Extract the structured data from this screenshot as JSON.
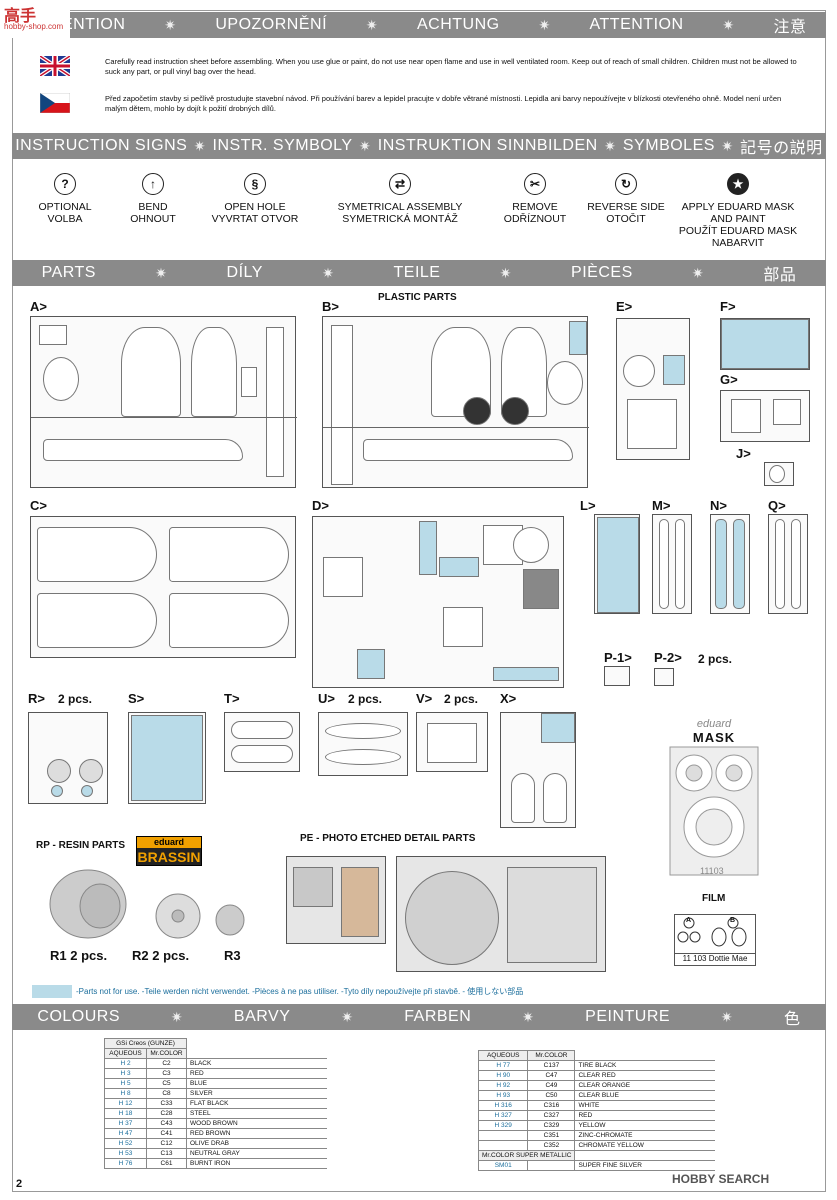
{
  "top_logo": {
    "text": "高手",
    "sub": "hobby-shop.com"
  },
  "attention_banner": [
    "ATTENTION",
    "UPOZORNĚNÍ",
    "ACHTUNG",
    "ATTENTION",
    "注意"
  ],
  "attention_en": "Carefully read instruction sheet before assembling. When you use glue or paint, do not use near open flame and use in well ventilated room. Keep out of reach of small children. Children must not be allowed to suck any part, or pull vinyl bag over the head.",
  "attention_cz": "Před započetím stavby si pečlivě prostudujte stavební návod. Při používání barev a lepidel pracujte v dobře větrané místnosti. Lepidla ani barvy nepoužívejte v blízkosti otevřeného ohně. Model není určen malým dětem, mohlo by dojít k požití drobných dílů.",
  "signs_banner": [
    "INSTRUCTION SIGNS",
    "INSTR. SYMBOLY",
    "INSTRUKTION SINNBILDEN",
    "SYMBOLES",
    "記号の説明"
  ],
  "signs": [
    {
      "icon": "question-icon",
      "glyph": "?",
      "line1": "OPTIONAL",
      "line2": "VOLBA"
    },
    {
      "icon": "bend-icon",
      "glyph": "↑",
      "line1": "BEND",
      "line2": "OHNOUT"
    },
    {
      "icon": "drill-icon",
      "glyph": "§",
      "line1": "OPEN HOLE",
      "line2": "VYVRTAT OTVOR"
    },
    {
      "icon": "symmetric-icon",
      "glyph": "⇄",
      "line1": "SYMETRICAL ASSEMBLY",
      "line2": "SYMETRICKÁ MONTÁŽ"
    },
    {
      "icon": "cut-icon",
      "glyph": "✂",
      "line1": "REMOVE",
      "line2": "ODŘÍZNOUT"
    },
    {
      "icon": "reverse-icon",
      "glyph": "↻",
      "line1": "REVERSE SIDE",
      "line2": "OTOČIT"
    },
    {
      "icon": "mask-star-icon",
      "glyph": "★",
      "line1": "APPLY EDUARD MASK AND PAINT",
      "line2": "POUŽÍT EDUARD MASK NABARVIT"
    }
  ],
  "parts_banner": [
    "PARTS",
    "DÍLY",
    "TEILE",
    "PIÈCES",
    "部品"
  ],
  "plastic_parts": "PLASTIC PARTS",
  "sprue_labels": {
    "A": "A>",
    "B": "B>",
    "C": "C>",
    "D": "D>",
    "E": "E>",
    "F": "F>",
    "G": "G>",
    "J": "J>",
    "L": "L>",
    "M": "M>",
    "N": "N>",
    "Q": "Q>",
    "P1": "P-1>",
    "P2": "P-2>",
    "P2_qty": "2 pcs.",
    "R": "R>",
    "R_qty": "2 pcs.",
    "S": "S>",
    "T": "T>",
    "U": "U>",
    "U_qty": "2 pcs.",
    "V": "V>",
    "V_qty": "2 pcs.",
    "X": "X>"
  },
  "resin": {
    "title": "RP - RESIN PARTS",
    "brand_top": "eduard",
    "brand_bottom": "BRASSIN",
    "r1": "R1  2 pcs.",
    "r2": "R2  2 pcs.",
    "r3": "R3"
  },
  "pe_title": "PE - PHOTO ETCHED DETAIL PARTS",
  "mask": {
    "brand": "eduard",
    "title": "MASK",
    "number": "11103"
  },
  "film": {
    "title": "FILM",
    "a": "A",
    "b": "B",
    "caption": "11 103 Dottie Mae"
  },
  "legend": "-Parts not for use. -Teile werden nicht verwendet. -Pièces à ne pas utiliser. -Tyto díly nepoužívejte při stavbě. -   使用しない部品",
  "colours_banner": [
    "COLOURS",
    "BARVY",
    "FARBEN",
    "PEINTURE",
    "色"
  ],
  "table_left": {
    "caption": "GSi Creos (GUNZE)",
    "headers": [
      "AQUEOUS",
      "Mr.COLOR"
    ],
    "rows": [
      [
        "H 2",
        "C2",
        "BLACK"
      ],
      [
        "H 3",
        "C3",
        "RED"
      ],
      [
        "H 5",
        "C5",
        "BLUE"
      ],
      [
        "H 8",
        "C8",
        "SILVER"
      ],
      [
        "H 12",
        "C33",
        "FLAT BLACK"
      ],
      [
        "H 18",
        "C28",
        "STEEL"
      ],
      [
        "H 37",
        "C43",
        "WOOD BROWN"
      ],
      [
        "H 47",
        "C41",
        "RED BROWN"
      ],
      [
        "H 52",
        "C12",
        "OLIVE DRAB"
      ],
      [
        "H 53",
        "C13",
        "NEUTRAL GRAY"
      ],
      [
        "H 76",
        "C61",
        "BURNT IRON"
      ]
    ]
  },
  "table_right": {
    "headers": [
      "AQUEOUS",
      "Mr.COLOR"
    ],
    "rows": [
      [
        "H 77",
        "C137",
        "TIRE BLACK"
      ],
      [
        "H 90",
        "C47",
        "CLEAR RED"
      ],
      [
        "H 92",
        "C49",
        "CLEAR ORANGE"
      ],
      [
        "H 93",
        "C50",
        "CLEAR BLUE"
      ],
      [
        "H 316",
        "C316",
        "WHITE"
      ],
      [
        "H 327",
        "C327",
        "RED"
      ],
      [
        "H 329",
        "C329",
        "YELLOW"
      ],
      [
        "",
        "C351",
        "ZINC-CHROMATE"
      ],
      [
        "",
        "C352",
        "CHROMATE YELLOW"
      ]
    ],
    "metallic_caption": "Mr.COLOR SUPER METALLIC",
    "metallic_row": [
      "SM01",
      "SUPER FINE SILVER"
    ]
  },
  "page_number": "2",
  "watermark": "HOBBY SEARCH",
  "colors": {
    "banner": "#8a8a8a",
    "highlight": "#b9dbe8",
    "code": "#1b6e9c"
  }
}
